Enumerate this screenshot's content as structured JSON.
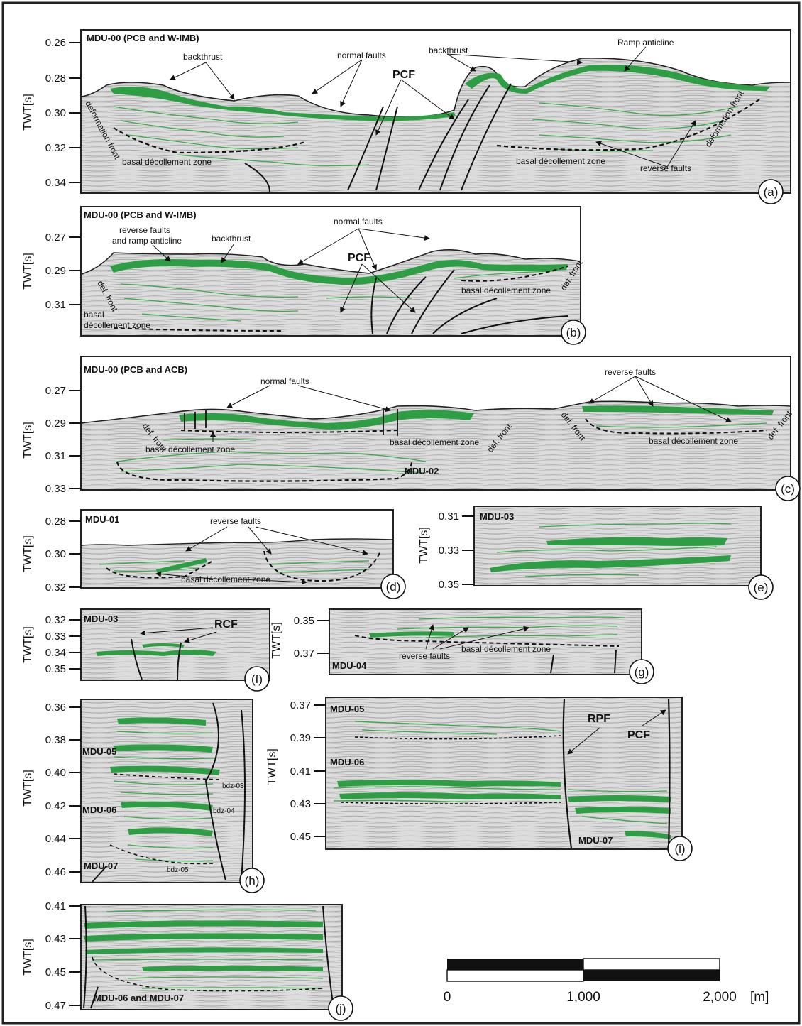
{
  "colors": {
    "sediment": "#2e9e44",
    "reflector": "#3bab4a",
    "fault": "#111111",
    "seismic_bg": "#d8d8d8",
    "frame": "#222222"
  },
  "axis_label": "TWT[s]",
  "panels": {
    "a": {
      "id": "(a)",
      "title": "MDU-00 (PCB and W-IMB)",
      "ticks": [
        "0.26",
        "0.28",
        "0.30",
        "0.32",
        "0.34"
      ],
      "labels": {
        "backthrust_1": "backthrust",
        "normal_faults": "normal faults",
        "backthrust_2": "backthrust",
        "ramp_anticline": "Ramp anticline",
        "pcf": "PCF",
        "deformation_front_left": "deformation front",
        "deformation_front_right": "deformation front",
        "basal_left": "basal décollement zone",
        "basal_right": "basal décollement zone",
        "reverse_faults": "reverse faults"
      }
    },
    "b": {
      "id": "(b)",
      "title": "MDU-00 (PCB and W-IMB)",
      "ticks": [
        "0.27",
        "0.29",
        "0.31"
      ],
      "labels": {
        "reverse_line1": "reverse faults",
        "reverse_line2": "and ramp anticline",
        "backthrust": "backthrust",
        "normal_faults": "normal faults",
        "pcf": "PCF",
        "def_front_left": "def. front",
        "def_front_right": "def. front",
        "basal_line1": "basal",
        "basal_line2": "décollement zone",
        "basal_right": "basal décollement zone"
      }
    },
    "c": {
      "id": "(c)",
      "title": "MDU-00 (PCB and ACB)",
      "ticks": [
        "0.27",
        "0.29",
        "0.31",
        "0.33"
      ],
      "labels": {
        "normal_faults": "normal faults",
        "reverse_faults": "reverse faults",
        "def_front_1": "def. front",
        "def_front_2": "def. front",
        "def_front_3": "def. front",
        "def_front_4": "def. front",
        "basal_1": "basal décollement zone",
        "basal_2": "basal décollement zone",
        "basal_3": "basal décollement zone",
        "mdu02": "MDU-02"
      }
    },
    "d": {
      "id": "(d)",
      "title": "MDU-01",
      "ticks": [
        "0.28",
        "0.30",
        "0.32"
      ],
      "labels": {
        "reverse_faults": "reverse faults",
        "basal": "basal décollement zone"
      }
    },
    "e": {
      "id": "(e)",
      "title": "MDU-03",
      "ticks": [
        "0.31",
        "0.33",
        "0.35"
      ]
    },
    "f": {
      "id": "(f)",
      "title": "MDU-03",
      "ticks": [
        "0.32",
        "0.33",
        "0.34",
        "0.35"
      ],
      "labels": {
        "rcf": "RCF"
      }
    },
    "g": {
      "id": "(g)",
      "title": "MDU-04",
      "ticks": [
        "0.35",
        "0.37"
      ],
      "labels": {
        "reverse_faults": "reverse faults",
        "basal": "basal décollement zone"
      }
    },
    "h": {
      "id": "(h)",
      "ticks": [
        "0.36",
        "0.38",
        "0.40",
        "0.42",
        "0.44",
        "0.46"
      ],
      "labels": {
        "mdu05": "MDU-05",
        "mdu06": "MDU-06",
        "mdu07": "MDU-07",
        "bdz03": "bdz-03",
        "bdz04": "bdz-04",
        "bdz05": "bdz-05"
      }
    },
    "i": {
      "id": "(i)",
      "ticks": [
        "0.37",
        "0.39",
        "0.41",
        "0.43",
        "0.45"
      ],
      "labels": {
        "mdu05": "MDU-05",
        "mdu06": "MDU-06",
        "mdu07": "MDU-07",
        "rpf": "RPF",
        "pcf": "PCF"
      }
    },
    "j": {
      "id": "(j)",
      "title": "MDU-06 and MDU-07",
      "ticks": [
        "0.41",
        "0.43",
        "0.45",
        "0.47"
      ]
    }
  },
  "scale_bar": {
    "labels": [
      "0",
      "1,000",
      "2,000"
    ],
    "unit": "[m]"
  }
}
